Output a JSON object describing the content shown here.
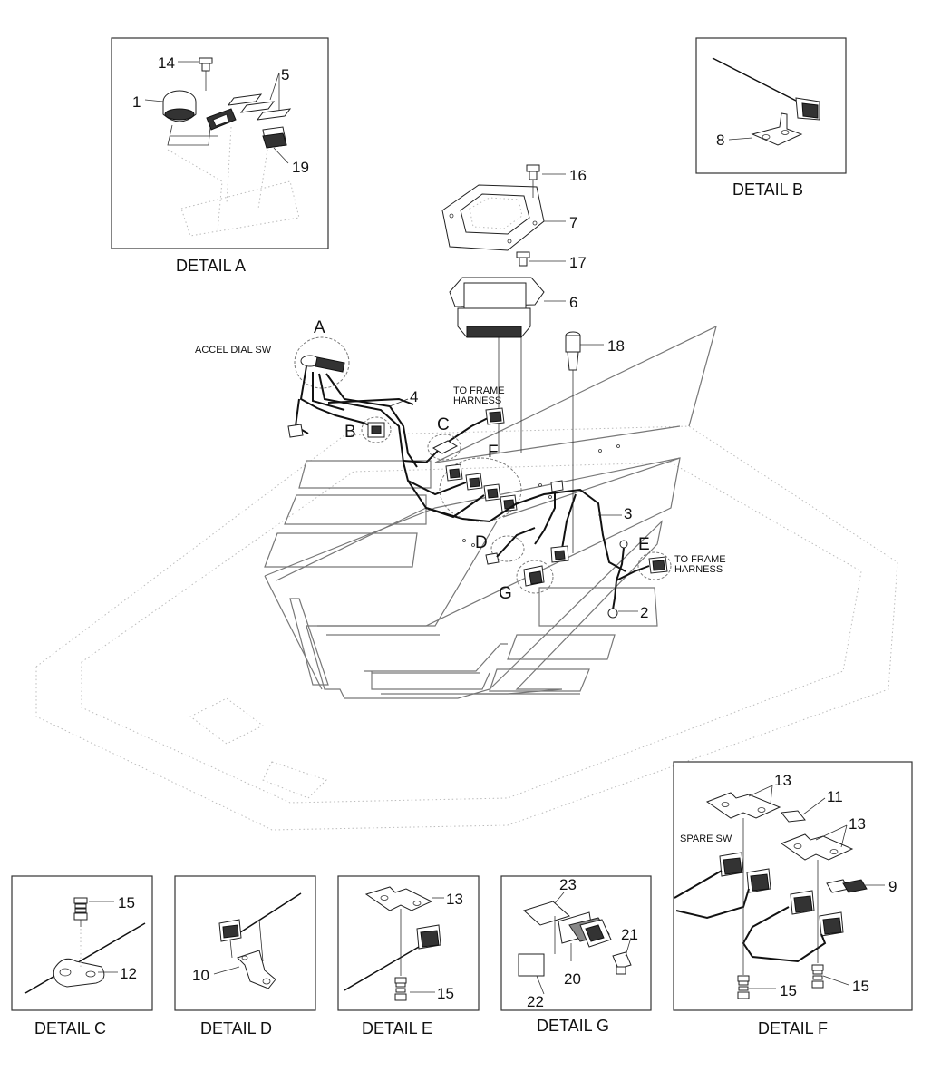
{
  "details": {
    "a": "DETAIL A",
    "b": "DETAIL B",
    "c": "DETAIL C",
    "d": "DETAIL D",
    "e": "DETAIL E",
    "g": "DETAIL  G",
    "f": "DETAIL F"
  },
  "letters": {
    "a": "A",
    "b": "B",
    "c": "C",
    "d": "D",
    "e": "E",
    "f": "F",
    "g": "G"
  },
  "notes": {
    "accel_dial_sw": "ACCEL DIAL SW",
    "to_frame": "TO FRAME",
    "harness": "HARNESS",
    "spare_sw": "SPARE SW"
  },
  "parts": {
    "p1": "1",
    "p2": "2",
    "p3": "3",
    "p4": "4",
    "p5": "5",
    "p6": "6",
    "p7": "7",
    "p8": "8",
    "p9": "9",
    "p10": "10",
    "p11": "11",
    "p12": "12",
    "p13": "13",
    "p14": "14",
    "p15": "15",
    "p16": "16",
    "p17": "17",
    "p18": "18",
    "p19": "19",
    "p20": "20",
    "p21": "21",
    "p22": "22",
    "p23": "23"
  }
}
